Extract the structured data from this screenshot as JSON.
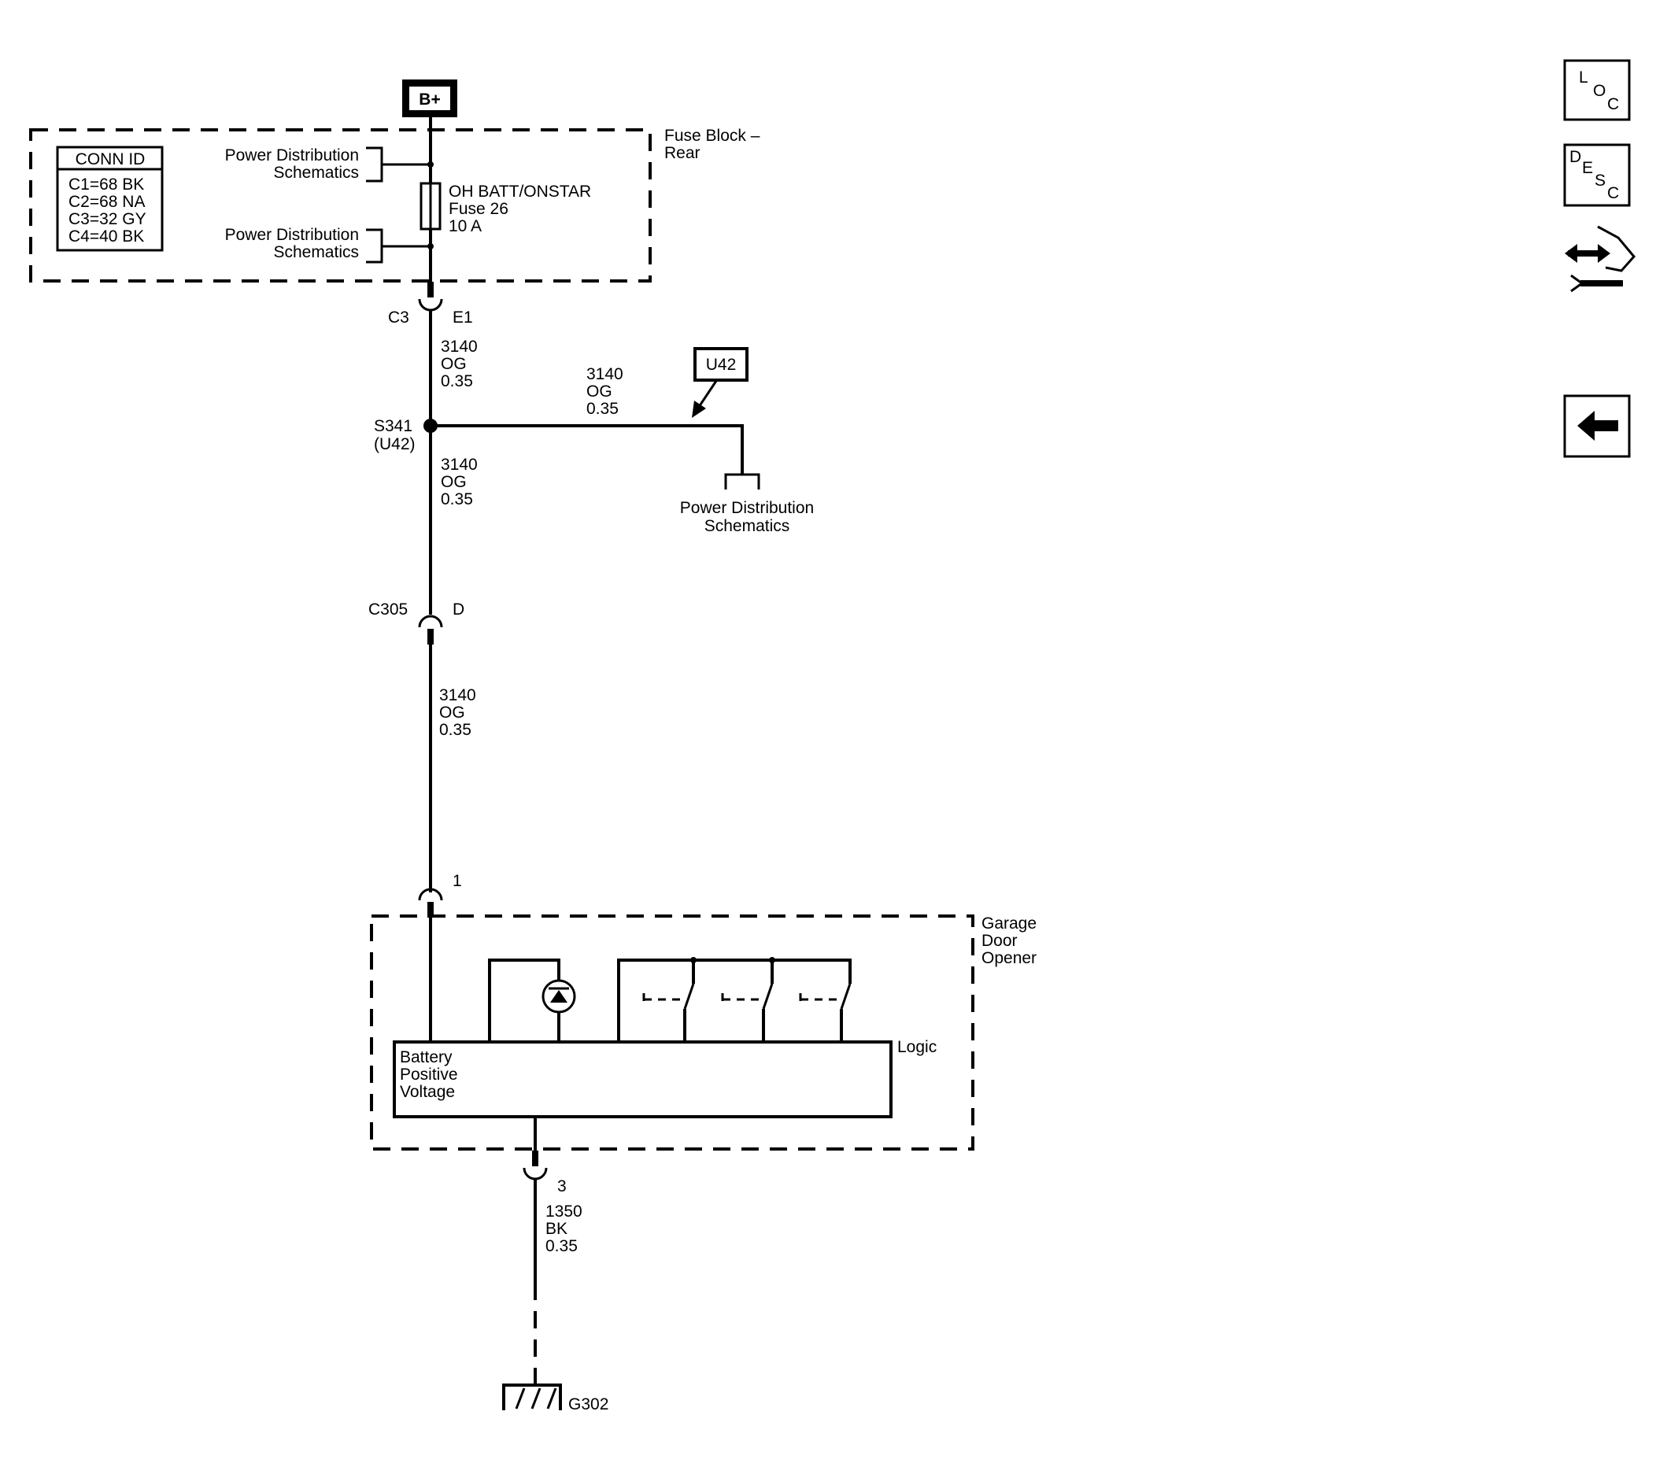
{
  "power_source": {
    "label": "B+"
  },
  "conn_id": {
    "title": "CONN ID",
    "rows": [
      "C1=68 BK",
      "C2=68 NA",
      "C3=32 GY",
      "C4=40 BK"
    ]
  },
  "fuse_block": {
    "name_line1": "Fuse Block –",
    "name_line2": "Rear",
    "power_ref_top": {
      "line1": "Power Distribution",
      "line2": "Schematics"
    },
    "power_ref_bottom": {
      "line1": "Power Distribution",
      "line2": "Schematics"
    },
    "fuse": {
      "name": "OH BATT/ONSTAR",
      "number": "Fuse 26",
      "rating": "10 A"
    }
  },
  "connector_c3": {
    "name": "C3",
    "pin": "E1"
  },
  "wire_1": {
    "circuit": "3140",
    "color": "OG",
    "size": "0.35"
  },
  "splice": {
    "name": "S341",
    "option": "(U42)"
  },
  "branch": {
    "wire": {
      "circuit": "3140",
      "color": "OG",
      "size": "0.35"
    },
    "option_tag": "U42",
    "ref": {
      "line1": "Power Distribution",
      "line2": "Schematics"
    }
  },
  "wire_2": {
    "circuit": "3140",
    "color": "OG",
    "size": "0.35"
  },
  "connector_c305": {
    "name": "C305",
    "pin": "D"
  },
  "wire_3": {
    "circuit": "3140",
    "color": "OG",
    "size": "0.35"
  },
  "gdo_pin_1": "1",
  "garage_door_opener": {
    "name_line1": "Garage",
    "name_line2": "Door",
    "name_line3": "Opener",
    "logic_label": "Logic",
    "input_line1": "Battery",
    "input_line2": "Positive",
    "input_line3": "Voltage"
  },
  "gdo_pin_3": "3",
  "wire_ground": {
    "circuit": "1350",
    "color": "BK",
    "size": "0.35"
  },
  "ground": {
    "name": "G302"
  },
  "nav": {
    "loc": {
      "l1": "L",
      "l2": "O",
      "l3": "C"
    },
    "desc": {
      "l1": "D",
      "l2": "E",
      "l3": "S",
      "l4": "C"
    }
  }
}
